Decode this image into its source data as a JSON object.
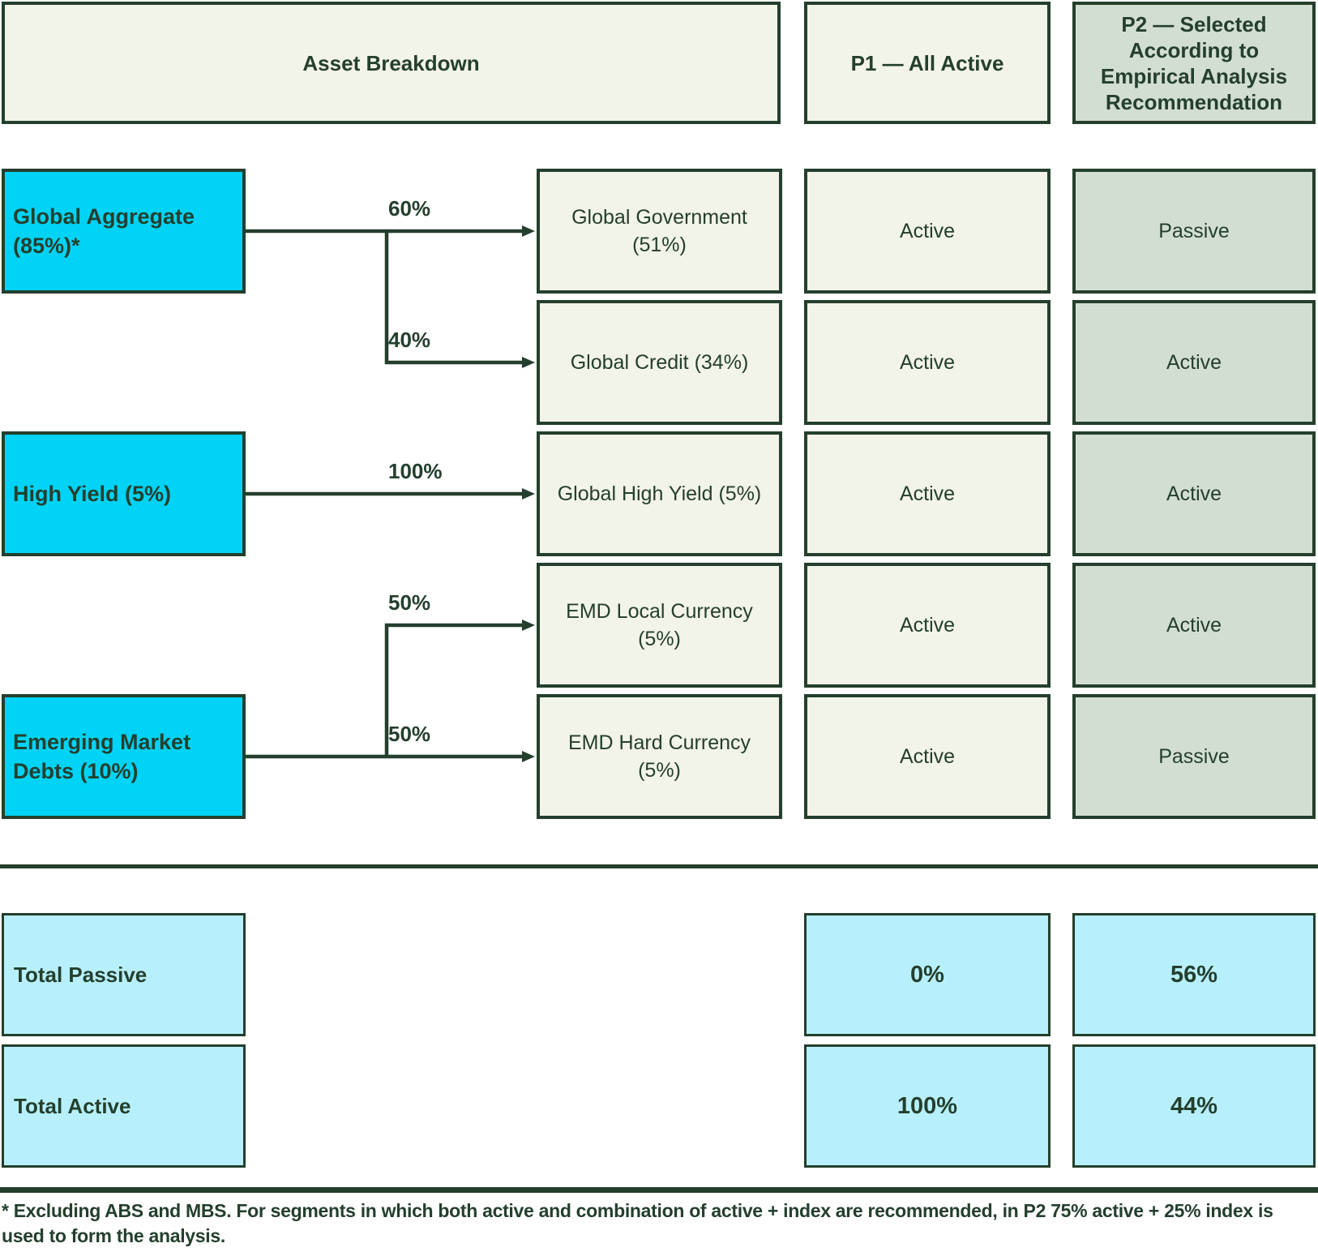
{
  "header": {
    "asset_breakdown": "Asset Breakdown",
    "p1": "P1 — All Active",
    "p2_lines": [
      "P2 — Selected",
      "According to",
      "Empirical Analysis",
      "Recommendation"
    ]
  },
  "groups": [
    {
      "label": "Global Aggregate (85%)*"
    },
    {
      "label": "High Yield (5%)"
    },
    {
      "label": "Emerging Market Debts (10%)"
    }
  ],
  "weights": [
    "60%",
    "40%",
    "100%",
    "50%",
    "50%"
  ],
  "rows": [
    {
      "asset": "Global Government (51%)",
      "p1": "Active",
      "p2": "Passive"
    },
    {
      "asset": "Global Credit (34%)",
      "p1": "Active",
      "p2": "Active"
    },
    {
      "asset": "Global High Yield (5%)",
      "p1": "Active",
      "p2": "Active"
    },
    {
      "asset": "EMD Local Currency (5%)",
      "p1": "Active",
      "p2": "Active"
    },
    {
      "asset": "EMD Hard Currency (5%)",
      "p1": "Active",
      "p2": "Passive"
    }
  ],
  "totals": [
    {
      "label": "Total Passive",
      "p1": "0%",
      "p2": "56%"
    },
    {
      "label": "Total Active",
      "p1": "100%",
      "p2": "44%"
    }
  ],
  "footnote": "* Excluding ABS and MBS. For segments in which both active and combination of active + index are recommended, in P2 75% active + 25% index is used to form the analysis.",
  "colors": {
    "ink_dark_green": "#243f2d",
    "group_cyan": "#00d3f5",
    "total_light_cyan": "#b7f0fc",
    "cell_cream": "#f2f3e9",
    "p2_sage": "#d3ded2"
  }
}
